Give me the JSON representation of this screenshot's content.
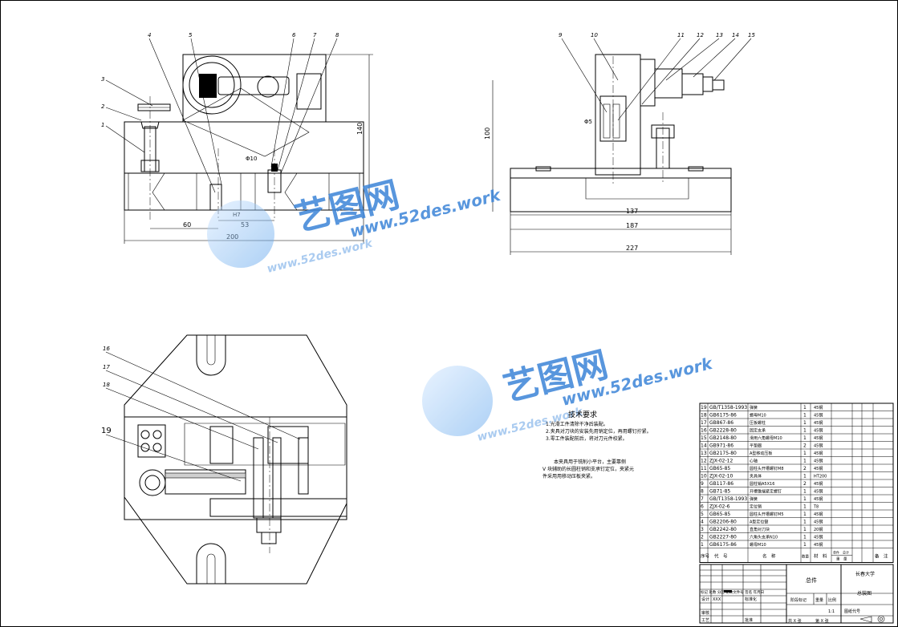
{
  "front_view": {
    "leaders": [
      "1",
      "2",
      "3",
      "4",
      "5",
      "6",
      "7",
      "8"
    ],
    "dims": {
      "width": "200",
      "offset": "60",
      "center": "53",
      "height": "140",
      "hole": "Φ10",
      "fit": "H7"
    }
  },
  "side_view": {
    "leaders": [
      "9",
      "10",
      "11",
      "12",
      "13",
      "14",
      "15"
    ],
    "dims": {
      "height": "100",
      "inner": "137",
      "mid": "187",
      "overall": "227",
      "pin": "Φ5"
    }
  },
  "plan_view": {
    "leaders": [
      "16",
      "17",
      "18",
      "19"
    ]
  },
  "watermark": {
    "brand": "艺图网",
    "url": "www.52des.work"
  },
  "tech_requirements": {
    "title": "技术要求",
    "items": [
      "1.光滑工件清除干净后装配。",
      "2.夹具对刀块的安装先用销定位，再用螺钉拧紧。",
      "3.零工件装配前后，将对刀元件校紧。"
    ],
    "note": [
      "本夹具用于铣削小平台，主要靠侧",
      "V 块辅助的长圆柱销和支承钉定位，夹紧元",
      "件采用用移动压板夹紧。"
    ]
  },
  "bom": {
    "rows": [
      {
        "no": "19",
        "code": "GB/T1358-1993",
        "name": "弹簧",
        "qty": "1",
        "mat": "45钢"
      },
      {
        "no": "18",
        "code": "GB6175-86",
        "name": "螺母M10",
        "qty": "1",
        "mat": "45钢"
      },
      {
        "no": "17",
        "code": "GB867-86",
        "name": "压板螺柱",
        "qty": "1",
        "mat": "45钢"
      },
      {
        "no": "16",
        "code": "GB2228-80",
        "name": "固定支承",
        "qty": "1",
        "mat": "45钢"
      },
      {
        "no": "15",
        "code": "GB2148-80",
        "name": "滑用六角螺母M10",
        "qty": "1",
        "mat": "45钢"
      },
      {
        "no": "14",
        "code": "GB971-86",
        "name": "平垫圈",
        "qty": "2",
        "mat": "45钢"
      },
      {
        "no": "13",
        "code": "GB2175-80",
        "name": "A型移动压板",
        "qty": "1",
        "mat": "45钢"
      },
      {
        "no": "12",
        "code": "ZJX-02-12",
        "name": "心轴",
        "qty": "1",
        "mat": "45钢"
      },
      {
        "no": "11",
        "code": "GB65-85",
        "name": "圆柱头开槽螺钉M8",
        "qty": "2",
        "mat": "45钢"
      },
      {
        "no": "10",
        "code": "ZJX-02-10",
        "name": "夹具体",
        "qty": "1",
        "mat": "HT200"
      },
      {
        "no": "9",
        "code": "GB117-86",
        "name": "圆柱销A5X16",
        "qty": "2",
        "mat": "45钢"
      },
      {
        "no": "8",
        "code": "GB71-85",
        "name": "开槽锥端紧定螺钉",
        "qty": "1",
        "mat": "45钢"
      },
      {
        "no": "7",
        "code": "GB/T1358-1993",
        "name": "弹簧",
        "qty": "1",
        "mat": "45钢"
      },
      {
        "no": "6",
        "code": "ZJX-02-6",
        "name": "定位销",
        "qty": "1",
        "mat": "T8"
      },
      {
        "no": "5",
        "code": "GB65-85",
        "name": "圆柱头开槽螺钉M5",
        "qty": "1",
        "mat": "45钢"
      },
      {
        "no": "4",
        "code": "GB2206-80",
        "name": "A型定位键",
        "qty": "1",
        "mat": "45钢"
      },
      {
        "no": "3",
        "code": "GB2242-80",
        "name": "直角对刀块",
        "qty": "1",
        "mat": "20钢"
      },
      {
        "no": "2",
        "code": "GB2227-80",
        "name": "六角头支承N10",
        "qty": "1",
        "mat": "45钢"
      },
      {
        "no": "1",
        "code": "GB6175-86",
        "name": "螺母M10",
        "qty": "1",
        "mat": "45钢"
      }
    ],
    "headers": {
      "no": "序号",
      "code": "代　号",
      "name": "名　称",
      "qty": "数量",
      "mat": "材　料",
      "unit_weight": "单件",
      "total_weight": "总计",
      "weight": "重　量",
      "remarks": "备　注"
    }
  },
  "title_block": {
    "part": "总件",
    "school": "长春大学",
    "drawing": "总装图",
    "rev_labels": "标记 处数  分区 更改文件号 签名 年月日",
    "design": "设计",
    "design_by": "XXX",
    "standard": "标准化",
    "stage": "阶段标记",
    "weight": "重量",
    "scale": "比例",
    "scale_val": "1:1",
    "review": "审核",
    "process": "工艺",
    "approve": "批准",
    "sheets": "共 X 张",
    "sheet_no": "第 X 张",
    "drawing_no": "图纸代号"
  }
}
